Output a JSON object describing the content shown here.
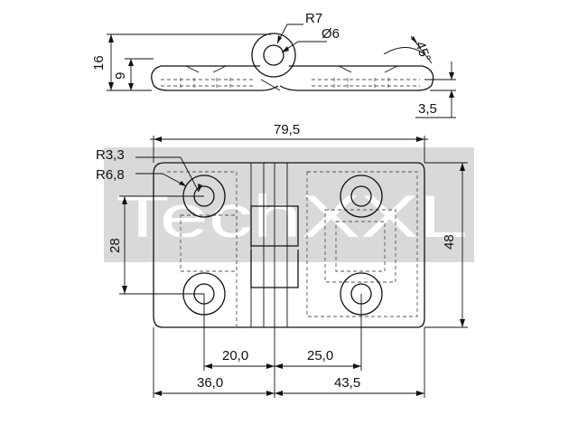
{
  "watermark": {
    "text": "TechXXL",
    "bg_color": "#d9d9d9"
  },
  "dimensions": {
    "side_view": {
      "height_total": "16",
      "height_leaf": "9",
      "radius_knuckle": "R7",
      "pin_diameter": "Ø6",
      "chamfer_angle": "45°",
      "thickness": "3,5"
    },
    "top_view": {
      "overall_width": "79,5",
      "hole_radius": "R3,3",
      "counterbore_radius": "R6,8",
      "hole_pitch_vertical": "28",
      "overall_height": "48",
      "hole_offset_left": "20,0",
      "hole_offset_right": "25,0",
      "leaf_width_left": "36,0",
      "leaf_width_right": "43,5"
    }
  }
}
